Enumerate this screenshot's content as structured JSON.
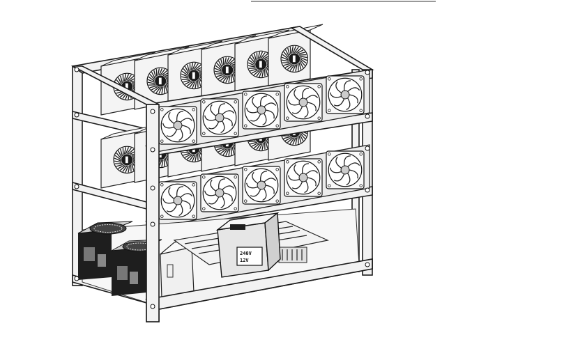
{
  "figure": {
    "psu_label_line1": "240V",
    "psu_label_line2": "12V"
  },
  "colors": {
    "ink": "#1c1c1c",
    "paper": "#ffffff",
    "shade": "#ececec",
    "dark": "#1e1e1e"
  },
  "icons": {
    "gpu_fan": "radial-blade-fan",
    "case_fan": "square-frame-fan"
  },
  "counts": {
    "gpus_upper_row": 6,
    "gpus_lower_row": 6,
    "case_fans_total": 10
  }
}
